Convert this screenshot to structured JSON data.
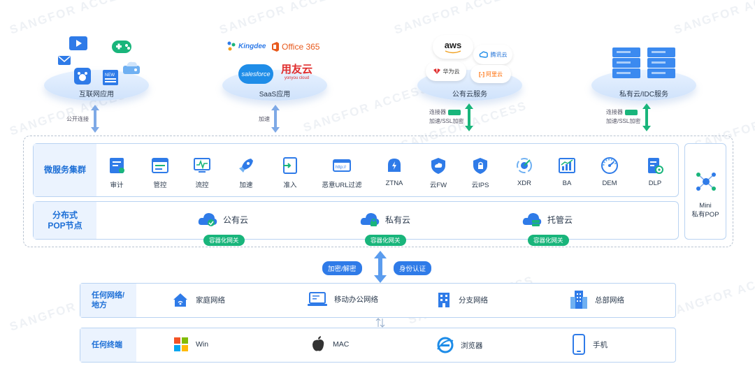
{
  "watermark": "SANGFOR ACCESS",
  "top": {
    "internet": {
      "label": "互联网应用",
      "conn": "公开连接"
    },
    "saas": {
      "label": "SaaS应用",
      "conn": "加速",
      "logos": [
        "Kingdee",
        "Office 365",
        "salesforce",
        "用友云",
        "yonyou cloud"
      ]
    },
    "public": {
      "label": "公有云服务",
      "conn1": "连接器",
      "conn2": "加速/SSL加密",
      "logos": [
        "aws",
        "腾讯云",
        "华为云",
        "阿里云"
      ]
    },
    "private": {
      "label": "私有云/IDC服务",
      "conn1": "连接器",
      "conn2": "加速/SSL加密"
    }
  },
  "services": {
    "title": "微服务集群",
    "items": [
      {
        "label": "审计",
        "icon": "audit-icon"
      },
      {
        "label": "管控",
        "icon": "control-icon"
      },
      {
        "label": "流控",
        "icon": "flow-control-icon"
      },
      {
        "label": "加速",
        "icon": "rocket-icon"
      },
      {
        "label": "准入",
        "icon": "access-icon"
      },
      {
        "label": "恶意URL过滤",
        "icon": "url-filter-icon"
      },
      {
        "label": "ZTNA",
        "icon": "ztna-icon"
      },
      {
        "label": "云FW",
        "icon": "cloud-firewall-icon"
      },
      {
        "label": "云IPS",
        "icon": "cloud-ips-icon"
      },
      {
        "label": "XDR",
        "icon": "xdr-icon"
      },
      {
        "label": "BA",
        "icon": "ba-chart-icon"
      },
      {
        "label": "DEM",
        "icon": "dem-gauge-icon"
      },
      {
        "label": "DLP",
        "icon": "dlp-icon"
      }
    ]
  },
  "pop": {
    "title_line1": "分布式",
    "title_line2": "POP节点",
    "nodes": [
      {
        "label": "公有云",
        "badge": "容器化网关"
      },
      {
        "label": "私有云",
        "badge": "容器化网关"
      },
      {
        "label": "托管云",
        "badge": "容器化网关"
      }
    ]
  },
  "mini": {
    "line1": "Mini",
    "line2": "私有POP"
  },
  "middle": {
    "left_pill": "加密/解密",
    "right_pill": "身份认证"
  },
  "network": {
    "title_line1": "任何网络/",
    "title_line2": "地方",
    "items": [
      {
        "label": "家庭网络",
        "icon": "home-icon"
      },
      {
        "label": "移动办公网络",
        "icon": "laptop-icon"
      },
      {
        "label": "分支网络",
        "icon": "building-icon"
      },
      {
        "label": "总部网络",
        "icon": "headquarters-icon"
      }
    ]
  },
  "terminal": {
    "title": "任何终端",
    "items": [
      {
        "label": "Win",
        "icon": "windows-icon"
      },
      {
        "label": "MAC",
        "icon": "apple-icon"
      },
      {
        "label": "浏览器",
        "icon": "browser-icon"
      },
      {
        "label": "手机",
        "icon": "phone-icon"
      }
    ]
  },
  "colors": {
    "accent": "#2f7be8",
    "green": "#19b57b",
    "title_bg": "#ebf3fe",
    "border": "#b9d3f2"
  }
}
